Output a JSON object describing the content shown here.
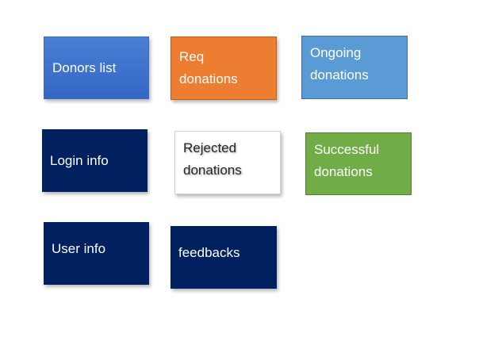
{
  "tiles": {
    "donors_list": {
      "label": "Donors list",
      "color": "#4472c4"
    },
    "req_donations": {
      "label": "Req\ndonations",
      "color": "#ed7d31"
    },
    "ongoing_donations": {
      "label": "Ongoing\ndonations",
      "color": "#5b9bd5"
    },
    "login_info": {
      "label": "Login info",
      "color": "#002060"
    },
    "rejected_donations": {
      "label": "Rejected\ndonations",
      "color": "#ffffff"
    },
    "successful_donations": {
      "label": "Successful\ndonations",
      "color": "#70ad47"
    },
    "user_info": {
      "label": "User info",
      "color": "#002060"
    },
    "feedbacks": {
      "label": "feedbacks",
      "color": "#002060"
    }
  }
}
